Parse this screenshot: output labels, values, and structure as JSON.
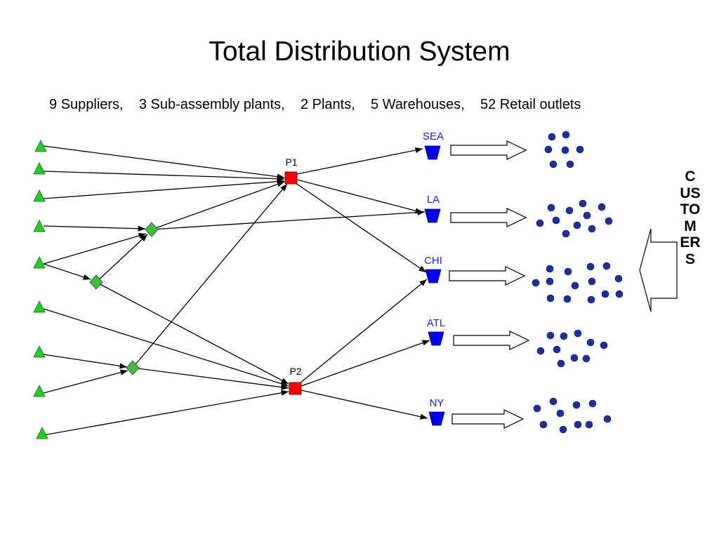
{
  "title": "Total Distribution System",
  "subtitle": "9 Suppliers,    3 Sub-assembly plants,    2 Plants,    5 Warehouses,    52 Retail outlets",
  "plants": [
    {
      "id": "p1",
      "label": "P1"
    },
    {
      "id": "p2",
      "label": "P2"
    }
  ],
  "warehouses": [
    {
      "id": "sea",
      "label": "SEA"
    },
    {
      "id": "la",
      "label": "LA"
    },
    {
      "id": "chi",
      "label": "CHI"
    },
    {
      "id": "atl",
      "label": "ATL"
    },
    {
      "id": "ny",
      "label": "NY"
    }
  ],
  "customers_label": "CUSTOMERS",
  "colors": {
    "supplier": "#22cc22",
    "subassembly": "#44bb44",
    "plant": "#ff0000",
    "warehouse": "#0000ee",
    "warehouse_label": "#1a1aff",
    "retail": "#1f2f9a",
    "edge": "#000000"
  }
}
